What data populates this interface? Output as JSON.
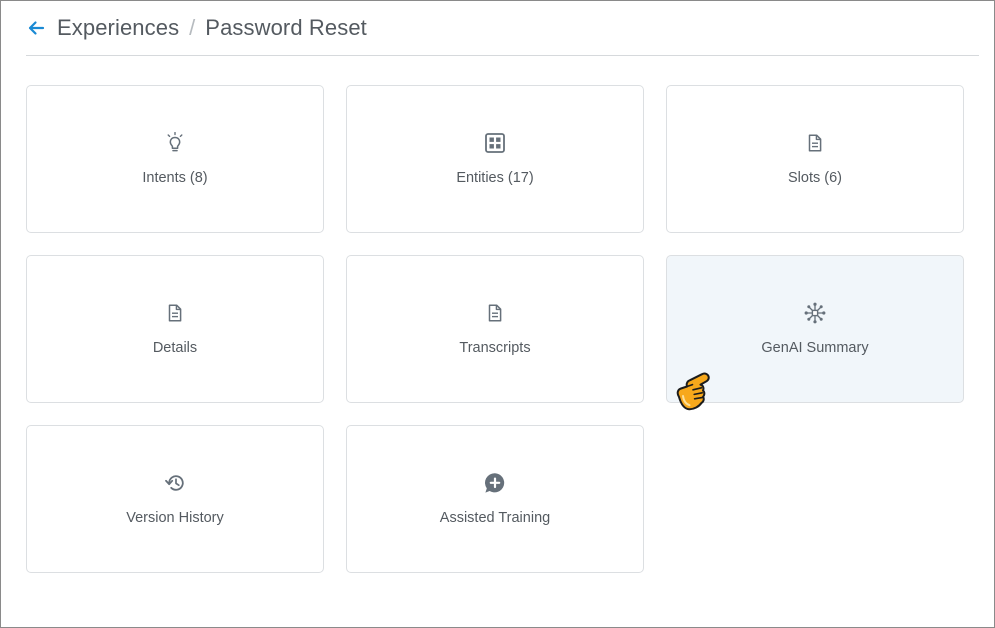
{
  "breadcrumb": {
    "parent": "Experiences",
    "separator": "/",
    "current": "Password Reset"
  },
  "cards": [
    {
      "label": "Intents (8)",
      "icon": "lightbulb-icon"
    },
    {
      "label": "Entities (17)",
      "icon": "grid-icon"
    },
    {
      "label": "Slots (6)",
      "icon": "document-icon"
    },
    {
      "label": "Details",
      "icon": "document-icon"
    },
    {
      "label": "Transcripts",
      "icon": "document-icon"
    },
    {
      "label": "GenAI Summary",
      "icon": "network-icon",
      "active": true
    },
    {
      "label": "Version History",
      "icon": "history-icon"
    },
    {
      "label": "Assisted Training",
      "icon": "chat-plus-icon"
    }
  ],
  "colors": {
    "accent": "#1a8ad4",
    "icon": "#66707a",
    "active_bg": "#f1f6fa",
    "cursor": "#f7a81b"
  }
}
